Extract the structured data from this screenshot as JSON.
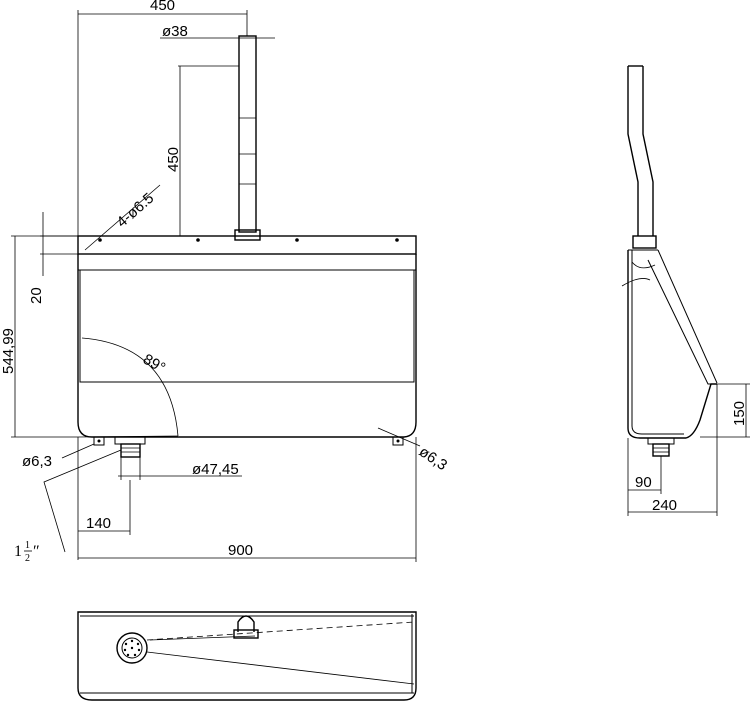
{
  "dimensions": {
    "top_width": "450",
    "pipe_diameter": "ø38",
    "pipe_height": "450",
    "holes": "4-ø6.5",
    "rim": "20",
    "total_height": "544,99",
    "angle": "89°",
    "hole_left": "ø6,3",
    "hole_right": "ø6,3",
    "outlet_diameter": "ø47,45",
    "outlet_offset": "140",
    "thread_whole": "1",
    "thread_num": "1",
    "thread_den": "2",
    "thread_inch": "″",
    "overall_width": "900",
    "side_height": "150",
    "side_outlet": "90",
    "side_depth": "240"
  },
  "colors": {
    "line": "#000000",
    "background": "#ffffff"
  }
}
